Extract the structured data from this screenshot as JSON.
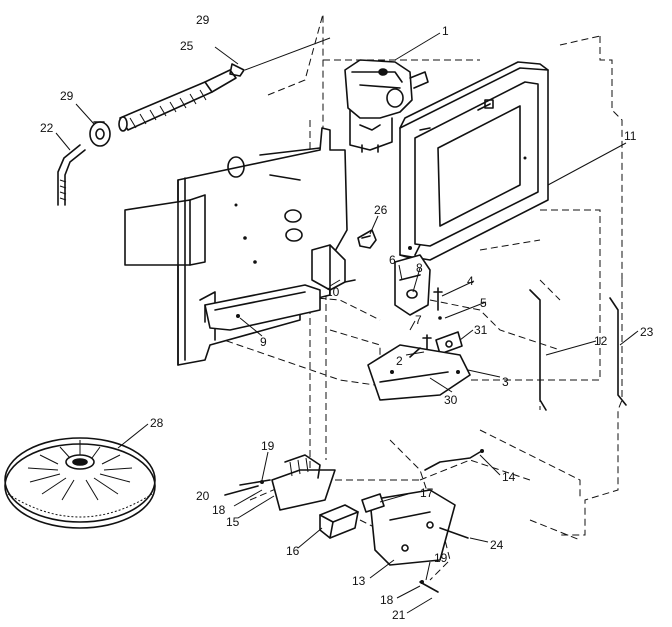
{
  "callouts": {
    "c1": "1",
    "c2": "2",
    "c3": "3",
    "c4": "4",
    "c5": "5",
    "c6": "6",
    "c7": "7",
    "c8": "8",
    "c9": "9",
    "c10": "10",
    "c11": "11",
    "c12": "12",
    "c13": "13",
    "c14": "14",
    "c15": "15",
    "c16": "16",
    "c17": "17",
    "c18a": "18",
    "c18b": "18",
    "c19a": "19",
    "c19b": "19",
    "c20": "20",
    "c21": "21",
    "c22": "22",
    "c23": "23",
    "c24": "24",
    "c25": "25",
    "c26": "26",
    "c28": "28",
    "c29a": "29",
    "c29b": "29",
    "c30": "30",
    "c31": "31"
  },
  "icons": {
    "carburetor": "carburetor-icon",
    "air-cleaner": "air-cleaner-icon",
    "flywheel": "flywheel-icon",
    "spring": "spring-icon"
  }
}
